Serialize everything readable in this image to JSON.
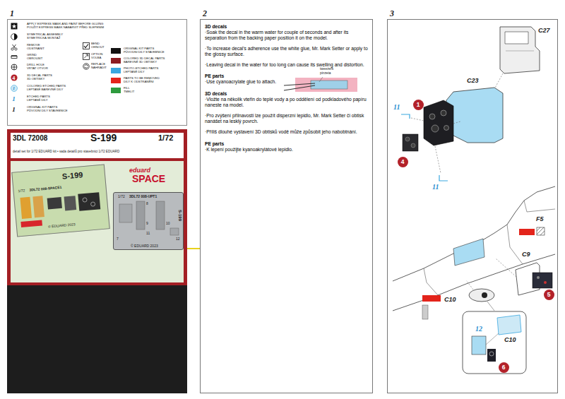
{
  "diagram": {
    "nodes": [
      {
        "text": [
          "1"
        ]
      },
      {
        "text": [
          "3DL 72008",
          "S-199",
          "1/72",
          "detail set for 1/72 EDUARD kit • sada detailů pro stavebnici 1/72 EDUARD"
        ]
      },
      {
        "text": [
          "eduard",
          "SPACE"
        ],
        "in": 1
      },
      {
        "text": [
          "S-199",
          "1/72",
          "3DL72 008-SPACE1",
          "© EDUARD 2023"
        ],
        "in": 2
      },
      {
        "text": [
          "1/72",
          "3DL72 008-UPT1",
          "S-199",
          "© EDUARD 2023"
        ],
        "in": 2
      },
      {
        "text": [
          "2",
          "3D decals",
          "·Soak the decal in the warm water for couple of seconds and after its separation from the backing paper position it on the model.",
          "·To increase decal's adherence use the white glue, Mr. Mark Setter or apply to the glossy surface.",
          "·Leaving decal in the water for too long can cause its swelling and distortion.",
          "PE parts",
          "·Use cyanoacrylate glue to attach.",
          "3D decals",
          "·Vložte na několik vteřin do teplé vody a po oddělení od podkladového papíru naneste na model.",
          "·Pro zvýšení přilnavosti lze použít disperzní lepidlo, Mr. Mark Setter či obtisk nanášet na lesklý povrch.",
          "·Příliš dlouhé vystavení 3D obtisků vodě může způsobit jeho nabobtnání.",
          "PE parts",
          "·K lepení použijte kyanoakrylátové lepidlo."
        ]
      },
      {
        "text": [
          "3"
        ]
      },
      {
        "text": [
          "1"
        ],
        "in": 6
      },
      {
        "text": [
          "4"
        ],
        "in": 6
      },
      {
        "text": [
          "5"
        ],
        "in": 6
      },
      {
        "text": [
          "6"
        ],
        "in": 6
      }
    ],
    "edges": [
      {
        "from": 4,
        "to": 5,
        "arrow": "none"
      }
    ],
    "labels": [
      "4",
      "1",
      "1",
      "1",
      "8",
      "9",
      "10",
      "11",
      "7",
      "12",
      "tweezers",
      "pinzeta",
      "C27",
      "C23",
      "11",
      "11",
      "F5",
      "C9",
      "C10",
      "12",
      "C10"
    ],
    "legend": [
      {
        "text": "APPLY EXPRESS MASK AND PAINT BEFORE GLUING POUŽIT EXPRESS MASK NABARVIT PŘED SLEPENÍM"
      },
      {
        "text": "SYMETRICAL ASSEMBLY SYMETRICKÁ MONTÁŽ"
      },
      {
        "text": "REMOVE ODSTRANIT"
      },
      {
        "text": "GRIND OBROUSIT"
      },
      {
        "text": "DRILL HOLE VRTAT OTVOR"
      },
      {
        "text": "3D DECAL PARTS 3D OBTISKY"
      },
      {
        "text": "COLORED ETCHED PARTS LEPTANÉ BAREVNÉ DÍLY"
      },
      {
        "text": "ETCHED PARTS LEPTANÉ DÍLY"
      },
      {
        "text": "ORIGINAL KIT PARTS PŮVODNÍ DÍLY STAVEBNICE"
      },
      {
        "text": "BEND OHNOUT"
      },
      {
        "text": "OPTION VOLBA"
      },
      {
        "text": "REPLACE NAHRADIT"
      },
      {
        "text": "ORIGINAL KIT PARTS PŮVODNÍ DÍLY STAVEBNICE",
        "color": "#111111"
      },
      {
        "text": "COLORED 3D DECAL PARTS BAREVNÉ 3D OBTISKY",
        "color": "#8c1c22"
      },
      {
        "text": "PHOTO-ETCHED PARTS LEPTANÉ DÍLY",
        "color": "#3aa7df"
      },
      {
        "text": "PARTS TO BE REMOVED DÍLY K ODSTRANĚNÍ",
        "color": "#e3241b"
      },
      {
        "text": "FILL TMELIT",
        "color": "#2e9b3e"
      }
    ]
  }
}
